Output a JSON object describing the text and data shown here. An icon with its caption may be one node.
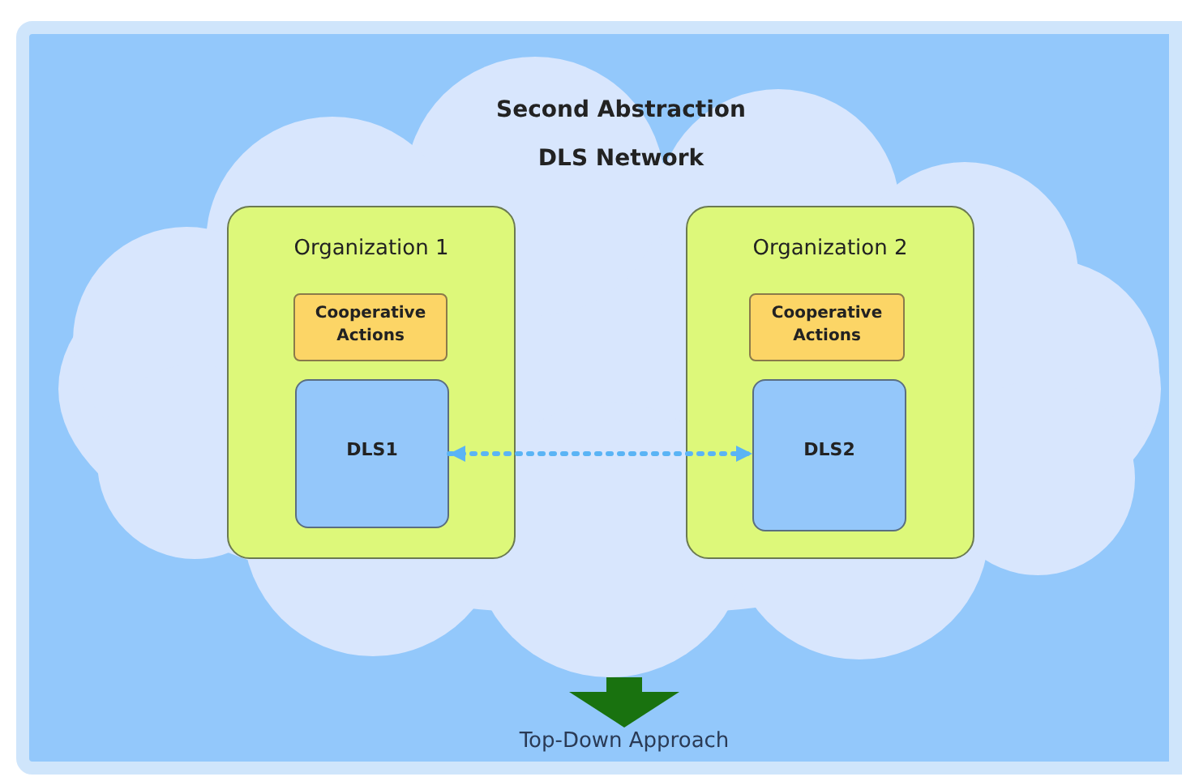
{
  "diagram": {
    "nodes": [
      {
        "text": [
          "Second Abstraction",
          "DLS Network"
        ]
      },
      {
        "text": [
          "Organization 1"
        ],
        "in": 0
      },
      {
        "text": [
          "Cooperative Actions"
        ],
        "in": 1
      },
      {
        "text": [
          "DLS1"
        ],
        "in": 1
      },
      {
        "text": [
          "Organization 2"
        ],
        "in": 0
      },
      {
        "text": [
          "Cooperative Actions"
        ],
        "in": 4
      },
      {
        "text": [
          "DLS2"
        ],
        "in": 4
      },
      {
        "text": [
          "Top-Down Approach"
        ]
      }
    ],
    "edges": [
      {
        "from": 3,
        "to": 6,
        "arrow": "both",
        "style": "dashed",
        "color": "#5ab4f5"
      },
      {
        "from": 0,
        "to": 7,
        "arrow": "to",
        "style": "thick",
        "color": "#19720f"
      }
    ]
  }
}
